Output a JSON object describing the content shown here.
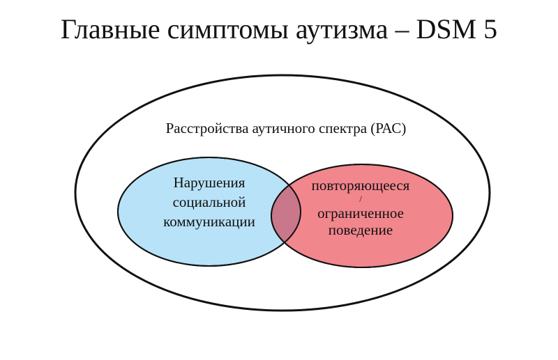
{
  "slide": {
    "title": "Главные симптомы аутизма – DSM 5"
  },
  "diagram": {
    "outer": {
      "label": "Расстройства аутичного спектра (РАС)"
    },
    "left_circle": {
      "lines": [
        "Нарушения",
        "социальной",
        "коммуникации"
      ],
      "color": "#b8e2f7"
    },
    "right_circle": {
      "line1": "повторяющееся",
      "separator": "/",
      "line2": "ограниченное",
      "line3": "поведение",
      "color": "#f2868d"
    },
    "overlap_color": "#c9778a"
  }
}
